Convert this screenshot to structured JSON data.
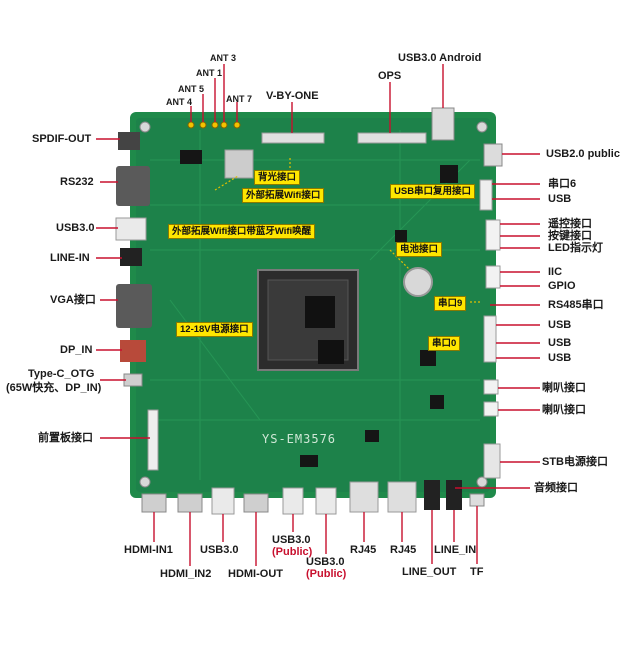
{
  "board": {
    "silkscreen": "YS-EM3576"
  },
  "labels": {
    "ant3": "ANT 3",
    "ant1": "ANT 1",
    "ant5": "ANT 5",
    "ant4": "ANT 4",
    "ant7": "ANT 7",
    "vbyone": "V-BY-ONE",
    "ops": "OPS",
    "usb30_android": "USB3.0 Android",
    "spdif_out": "SPDIF-OUT",
    "rs232": "RS232",
    "usb30_left": "USB3.0",
    "line_in_left": "LINE-IN",
    "vga": "VGA接口",
    "dp_in": "DP_IN",
    "typec_otg": "Type-C_OTG",
    "typec_otg_sub": "(65W快充、DP_IN)",
    "front_panel": "前置板接口",
    "usb20_public": "USB2.0 public",
    "com6": "串口6",
    "usb_r1": "USB",
    "remote": "遥控接口",
    "key": "按键接口",
    "led": "LED指示灯",
    "iic": "IIC",
    "gpio": "GPIO",
    "rs485": "RS485串口",
    "usb_r2": "USB",
    "usb_r3": "USB",
    "usb_r4": "USB",
    "speaker1": "喇叭接口",
    "speaker2": "喇叭接口",
    "stb_power": "STB电源接口",
    "audio": "音频接口",
    "hdmi_in1": "HDMI-IN1",
    "hdmi_in2": "HDMI_IN2",
    "usb30_bottom": "USB3.0",
    "hdmi_out": "HDMI-OUT",
    "usb30_pub1": "USB3.0",
    "public1": "(Public)",
    "usb30_pub2": "USB3.0",
    "public2": "(Public)",
    "rj45_1": "RJ45",
    "rj45_2": "RJ45",
    "line_out": "LINE_OUT",
    "line_in_bottom": "LINE_IN",
    "tf": "TF"
  },
  "tags": {
    "backlight": "背光接口",
    "ext_wifi": "外部拓展Wifi接口",
    "ext_wifi_bt": "外部拓展Wifi接口带蓝牙Wifi唤醒",
    "power_12_18v": "12-18V电源接口",
    "usb_uart_mux": "USB串口复用接口",
    "battery": "电池接口",
    "com9": "串口9",
    "com0": "串口0"
  },
  "colors": {
    "pcb": "#1f8a4a",
    "pcb_dark": "#166b39",
    "tag": "#ffe600",
    "leader": "#c8102e"
  }
}
